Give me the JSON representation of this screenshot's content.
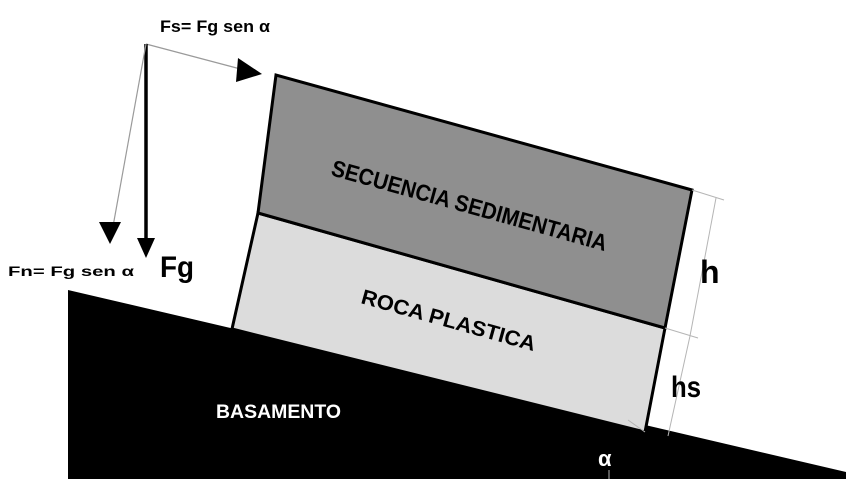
{
  "diagram": {
    "layers": {
      "sedimentary": "SECUENCIA SEDIMENTARIA",
      "plastic_rock": "ROCA PLASTICA",
      "basement": "BASAMENTO"
    },
    "forces": {
      "parallel": "Fs= Fg sen α",
      "normal": "Fn= Fg sen α",
      "gravity": "Fg"
    },
    "dimensions": {
      "thickness_upper": "h",
      "thickness_plastic": "hs",
      "angle": "α"
    },
    "colors": {
      "sedimentary": "#8f8f8f",
      "plastic_rock": "#dcdcdc",
      "basement": "#000000",
      "guide_lines": "#b5b5b5"
    }
  }
}
